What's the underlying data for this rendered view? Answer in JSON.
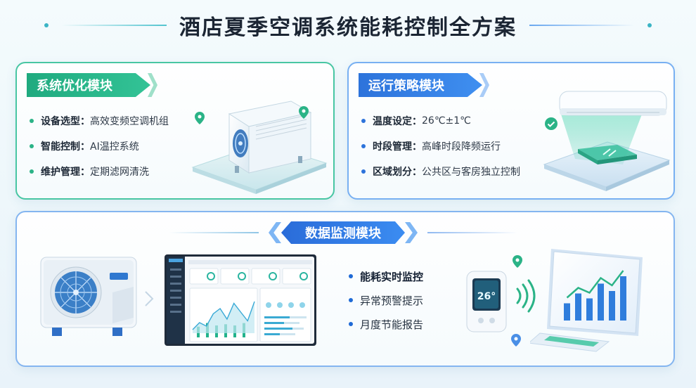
{
  "title": "酒店夏季空调系统能耗控制全方案",
  "modules": {
    "system": {
      "title": "系统优化模块",
      "items": [
        {
          "key": "设备选型：",
          "value": "高效变频空调机组"
        },
        {
          "key": "智能控制：",
          "value": "AI温控系统"
        },
        {
          "key": "维护管理：",
          "value": "定期滤网清洗"
        }
      ]
    },
    "run": {
      "title": "运行策略模块",
      "items": [
        {
          "key": "温度设定：",
          "value": "26℃±1℃"
        },
        {
          "key": "时段管理：",
          "value": "高峰时段降频运行"
        },
        {
          "key": "区域划分：",
          "value": "公共区与客房独立控制"
        }
      ]
    },
    "data": {
      "title": "数据监测模块",
      "items": [
        "能耗实时监控",
        "异常预警提示",
        "月度节能报告"
      ]
    }
  },
  "thermostat_display": "26°",
  "dashboard_chart": {
    "bar_values": [
      0.45,
      0.6,
      0.5,
      0.55,
      0.5,
      0.6
    ],
    "line_values": [
      0.1,
      0.3,
      0.2,
      0.55,
      0.7,
      0.4,
      0.85,
      0.6,
      0.35,
      0.9
    ]
  },
  "monitor_chart": {
    "bar_values": [
      0.35,
      0.55,
      0.45,
      0.75,
      0.6,
      0.9
    ]
  },
  "colors": {
    "green_accent": "#2bb387",
    "blue_accent": "#2d73db",
    "green_border": "#48c6a3",
    "blue_border": "#78b0f2"
  }
}
